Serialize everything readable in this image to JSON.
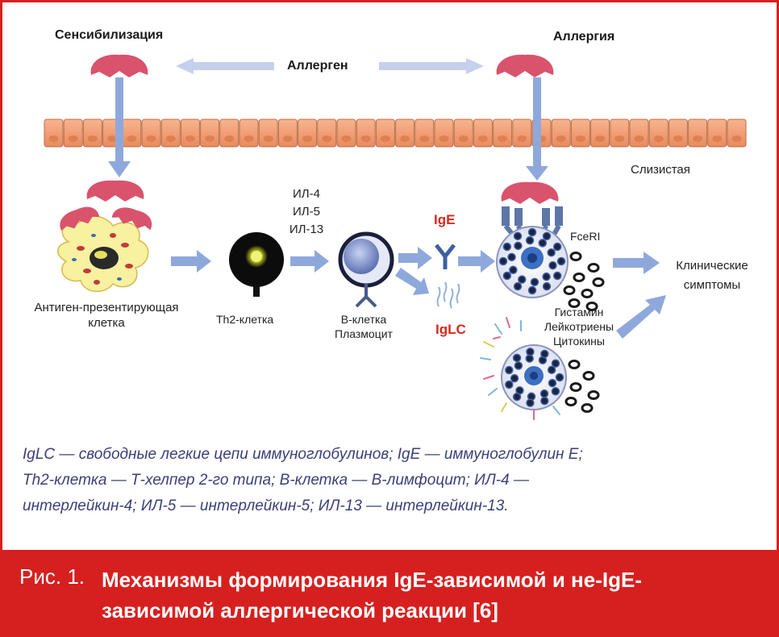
{
  "labels": {
    "sensitization": "Сенсибилизация",
    "allergy": "Аллергия",
    "allergen": "Аллерген",
    "mucosa": "Слизистая",
    "apc_line1": "Антиген-презентирующая",
    "apc_line2": "клетка",
    "il4": "ИЛ-4",
    "il5": "ИЛ-5",
    "il13": "ИЛ-13",
    "th2": "Th2-клетка",
    "bcell_line1": "В-клетка",
    "bcell_line2": "Плазмоцит",
    "ige": "IgE",
    "iglc": "IgLC",
    "fceri": "FceRI",
    "mediator_1": "Гистамин",
    "mediator_2": "Лейкотриены",
    "mediator_3": "Цитокины",
    "symptoms_line1": "Клинические",
    "symptoms_line2": "симптомы"
  },
  "legend": {
    "line1": "IgLC — свободные легкие цепи иммуноглобулинов; IgE — иммуноглобулин Е;",
    "line2": "Th2-клетка — Т-хелпер 2-го типа; В-клетка — В-лимфоцит; ИЛ-4 —",
    "line3": "интерлейкин-4; ИЛ-5 — интерлейкин-5; ИЛ-13 — интерлейкин-13."
  },
  "caption": {
    "prefix": "Рис. 1.",
    "title": "Механизмы формирования IgE-зависимой и не-IgE-зависимой аллергической реакции [6]"
  },
  "colors": {
    "frame_red": "#d6201f",
    "arrow_blue": "#8fa8dc",
    "allergen_pink": "#d9536c",
    "epithelium_orange": "#f4a07a",
    "legend_text": "#3a3f7a"
  }
}
